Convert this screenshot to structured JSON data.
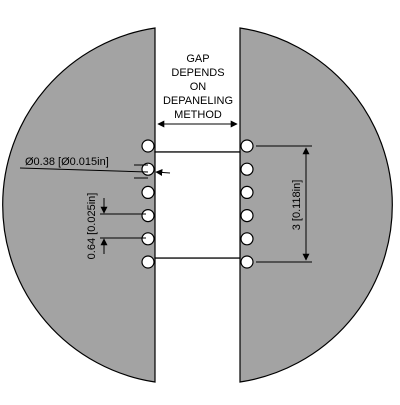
{
  "drawing": {
    "board_fill": "#a3a3a3",
    "outline_color": "#000000",
    "hole_fill": "#ffffff"
  },
  "labels": {
    "gap_note": [
      "GAP",
      "DEPENDS",
      "ON",
      "DEPANELING",
      "METHOD"
    ],
    "hole_diameter": "Ø0.38 [Ø0.015in]",
    "hole_pitch": "0.64 [0.025in]",
    "span": "3 [0.118in]"
  },
  "holes": {
    "count_per_side": 6
  }
}
